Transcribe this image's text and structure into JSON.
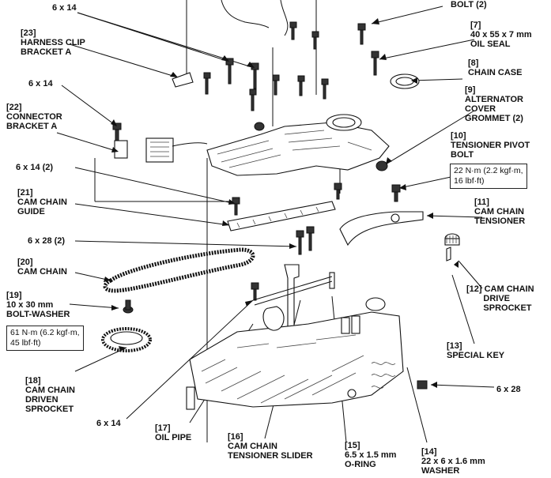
{
  "labels": {
    "top_6x14": "6 x 14",
    "bolt2": "BOLT (2)",
    "l23": "[23]\nHARNESS CLIP\nBRACKET A",
    "l7": "[7]\n40 x 55 x 7 mm\nOIL SEAL",
    "l8": "[8]\nCHAIN CASE",
    "mid_6x14": "6 x 14",
    "l9": "[9]\nALTERNATOR\nCOVER\nGROMMET (2)",
    "l22": "[22]\nCONNECTOR\nBRACKET A",
    "l10": "[10]\nTENSIONER PIVOT\nBOLT",
    "s10": "22 N·m (2.2 kgf·m,\n16 lbf·ft)",
    "l6x14_2": "6 x 14 (2)",
    "l21": "[21]\nCAM CHAIN\nGUIDE",
    "l11": "[11]\nCAM CHAIN\nTENSIONER",
    "l6x28_2": "6 x 28 (2)",
    "l20": "[20]\nCAM CHAIN",
    "l19": "[19]\n10 x 30 mm\nBOLT-WASHER",
    "s19": "61 N·m (6.2 kgf·m,\n45 lbf·ft)",
    "l12": "[12] CAM CHAIN\n       DRIVE\n       SPROCKET",
    "l13": "[13]\nSPECIAL KEY",
    "l18": "[18]\nCAM CHAIN\nDRIVEN\nSPROCKET",
    "low_6x14": "6 x 14",
    "l17": "[17]\nOIL PIPE",
    "l16": "[16]\nCAM CHAIN\nTENSIONER SLIDER",
    "l15": "[15]\n6.5 x 1.5 mm\nO-RING",
    "l14": "[14]\n22 x 6 x 1.6 mm\nWASHER",
    "r6x28": "6 x 28"
  }
}
